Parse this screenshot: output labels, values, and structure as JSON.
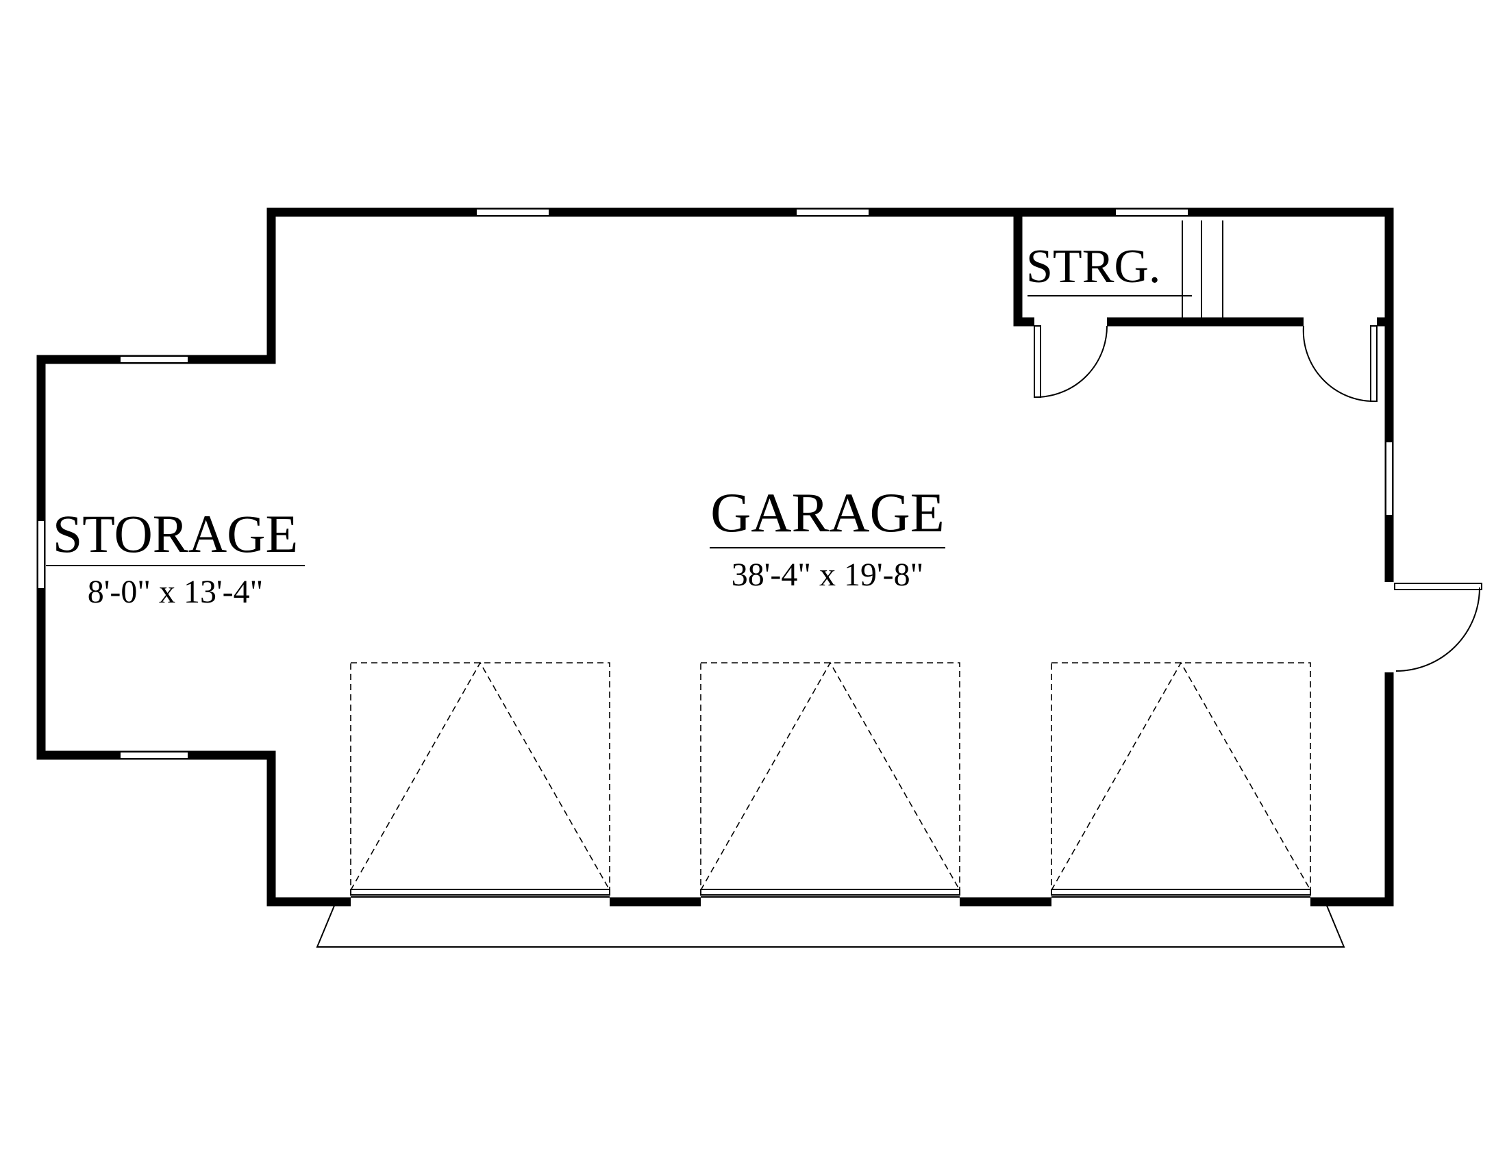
{
  "rooms": {
    "garage": {
      "name": "GARAGE",
      "dimensions": "38'-4\" x 19'-8\""
    },
    "storage": {
      "name": "STORAGE",
      "dimensions": "8'-0\" x 13'-4\""
    },
    "small_storage": {
      "name": "STRG."
    }
  },
  "colors": {
    "line": "#000000",
    "background": "#ffffff"
  }
}
